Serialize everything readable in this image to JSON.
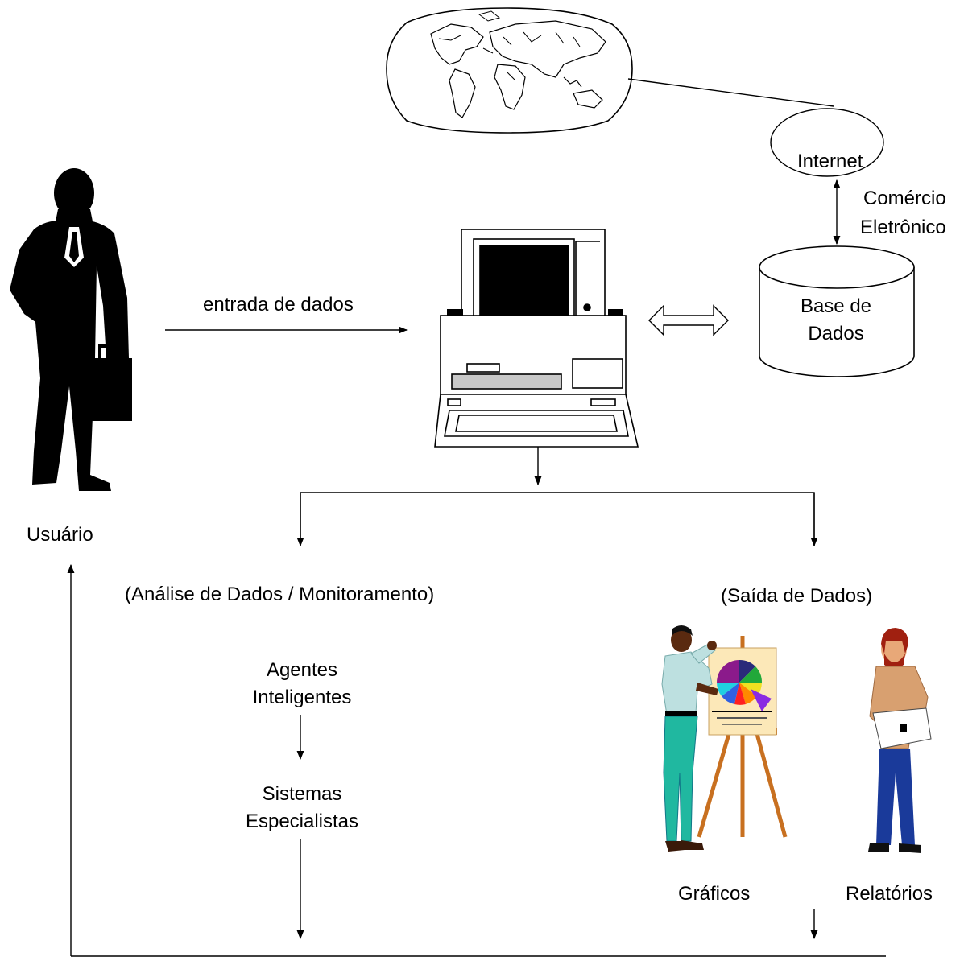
{
  "labels": {
    "user": "Usuário",
    "data_entry": "entrada de dados",
    "internet": "Internet",
    "ecommerce": [
      "Comércio",
      "Eletrônico"
    ],
    "database": [
      "Base de",
      "Dados"
    ],
    "analysis": "(Análise de Dados / Monitoramento)",
    "output": "(Saída de Dados)",
    "agents": [
      "Agentes",
      "Inteligentes"
    ],
    "expert_systems": [
      "Sistemas",
      "Especialistas"
    ],
    "charts": "Gráficos",
    "reports": "Relatórios"
  },
  "icons": {
    "user": "businessman-silhouette-icon",
    "world": "world-map-icon",
    "computer": "desktop-computer-icon",
    "presenter": "presenter-with-pie-chart-icon",
    "reader": "man-holding-report-icon"
  },
  "colors": {
    "line": "#000000",
    "background": "#ffffff",
    "pie": [
      "#8b1a8b",
      "#2a2a7a",
      "#22a83a",
      "#f0e020",
      "#ff8800",
      "#ff2020",
      "#8a2be2",
      "#3060e0",
      "#20d0e0",
      "#101060"
    ],
    "easel_board": "#fce8b8",
    "easel_wood": "#c87020",
    "shirt_presenter": "#bde0e0",
    "pants_presenter": "#20b8a0",
    "shirt_reader": "#d8a070",
    "pants_reader": "#1a3a9a",
    "skin_dark": "#5a2a10",
    "skin_light": "#e8a878",
    "hair_reader": "#a02010"
  }
}
